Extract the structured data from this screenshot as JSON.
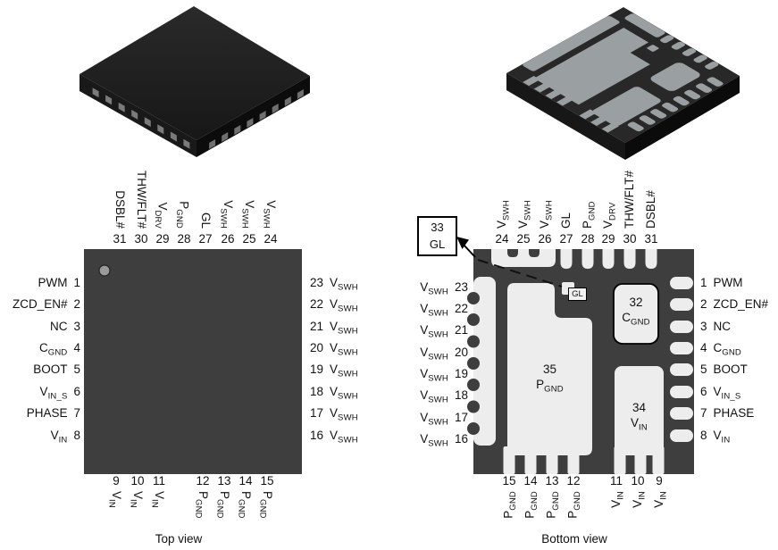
{
  "captions": {
    "top_view": "Top view",
    "bottom_view": "Bottom view"
  },
  "colors": {
    "chip_body": "#3e3e3e",
    "pad_fill": "#ededed",
    "pin1_dot": "#9a9a9a",
    "render_body": "#232323",
    "render_pad": "#9aa0a2",
    "text": "#111111"
  },
  "top_view": {
    "caption": "Top view",
    "pins_top": [
      {
        "num": "31",
        "base": "DSBL#"
      },
      {
        "num": "30",
        "base": "THW/FLT#"
      },
      {
        "num": "29",
        "base": "V",
        "sub": "DRV"
      },
      {
        "num": "28",
        "base": "P",
        "sub": "GND"
      },
      {
        "num": "27",
        "base": "GL"
      },
      {
        "num": "26",
        "base": "V",
        "sub": "SWH"
      },
      {
        "num": "25",
        "base": "V",
        "sub": "SWH"
      },
      {
        "num": "24",
        "base": "V",
        "sub": "SWH"
      }
    ],
    "pins_left": [
      {
        "num": "1",
        "base": "PWM"
      },
      {
        "num": "2",
        "base": "ZCD_EN#"
      },
      {
        "num": "3",
        "base": "NC"
      },
      {
        "num": "4",
        "base": "C",
        "sub": "GND"
      },
      {
        "num": "5",
        "base": "BOOT"
      },
      {
        "num": "6",
        "base": "V",
        "sub": "IN_S"
      },
      {
        "num": "7",
        "base": "PHASE"
      },
      {
        "num": "8",
        "base": "V",
        "sub": "IN"
      }
    ],
    "pins_right": [
      {
        "num": "23",
        "base": "V",
        "sub": "SWH"
      },
      {
        "num": "22",
        "base": "V",
        "sub": "SWH"
      },
      {
        "num": "21",
        "base": "V",
        "sub": "SWH"
      },
      {
        "num": "20",
        "base": "V",
        "sub": "SWH"
      },
      {
        "num": "19",
        "base": "V",
        "sub": "SWH"
      },
      {
        "num": "18",
        "base": "V",
        "sub": "SWH"
      },
      {
        "num": "17",
        "base": "V",
        "sub": "SWH"
      },
      {
        "num": "16",
        "base": "V",
        "sub": "SWH"
      }
    ],
    "pins_bottom": [
      {
        "num": "9",
        "base": "V",
        "sub": "IN"
      },
      {
        "num": "10",
        "base": "V",
        "sub": "IN"
      },
      {
        "num": "11",
        "base": "V",
        "sub": "IN"
      },
      {
        "num": "12",
        "base": "P",
        "sub": "GND"
      },
      {
        "num": "13",
        "base": "P",
        "sub": "GND"
      },
      {
        "num": "14",
        "base": "P",
        "sub": "GND"
      },
      {
        "num": "15",
        "base": "P",
        "sub": "GND"
      }
    ]
  },
  "bottom_view": {
    "caption": "Bottom view",
    "pins_top": [
      {
        "num": "24",
        "base": "V",
        "sub": "SWH"
      },
      {
        "num": "25",
        "base": "V",
        "sub": "SWH"
      },
      {
        "num": "26",
        "base": "V",
        "sub": "SWH"
      },
      {
        "num": "27",
        "base": "GL"
      },
      {
        "num": "28",
        "base": "P",
        "sub": "GND"
      },
      {
        "num": "29",
        "base": "V",
        "sub": "DRV"
      },
      {
        "num": "30",
        "base": "THW/FLT#"
      },
      {
        "num": "31",
        "base": "DSBL#"
      }
    ],
    "pins_left": [
      {
        "num": "23",
        "base": "V",
        "sub": "SWH"
      },
      {
        "num": "22",
        "base": "V",
        "sub": "SWH"
      },
      {
        "num": "21",
        "base": "V",
        "sub": "SWH"
      },
      {
        "num": "20",
        "base": "V",
        "sub": "SWH"
      },
      {
        "num": "19",
        "base": "V",
        "sub": "SWH"
      },
      {
        "num": "18",
        "base": "V",
        "sub": "SWH"
      },
      {
        "num": "17",
        "base": "V",
        "sub": "SWH"
      },
      {
        "num": "16",
        "base": "V",
        "sub": "SWH"
      }
    ],
    "pins_right": [
      {
        "num": "1",
        "base": "PWM"
      },
      {
        "num": "2",
        "base": "ZCD_EN#"
      },
      {
        "num": "3",
        "base": "NC"
      },
      {
        "num": "4",
        "base": "C",
        "sub": "GND"
      },
      {
        "num": "5",
        "base": "BOOT"
      },
      {
        "num": "6",
        "base": "V",
        "sub": "IN_S"
      },
      {
        "num": "7",
        "base": "PHASE"
      },
      {
        "num": "8",
        "base": "V",
        "sub": "IN"
      }
    ],
    "pins_bottom": [
      {
        "num": "15",
        "base": "P",
        "sub": "GND"
      },
      {
        "num": "14",
        "base": "P",
        "sub": "GND"
      },
      {
        "num": "13",
        "base": "P",
        "sub": "GND"
      },
      {
        "num": "12",
        "base": "P",
        "sub": "GND"
      },
      {
        "num": "11",
        "base": "V",
        "sub": "IN"
      },
      {
        "num": "10",
        "base": "V",
        "sub": "IN"
      },
      {
        "num": "9",
        "base": "V",
        "sub": "IN"
      }
    ],
    "pads": {
      "callout": {
        "num": "33",
        "label": "GL"
      },
      "gl_tag": "GL",
      "pad32": {
        "num": "32",
        "base": "C",
        "sub": "GND"
      },
      "pad34": {
        "num": "34",
        "base": "V",
        "sub": "IN"
      },
      "pad35": {
        "num": "35",
        "base": "P",
        "sub": "GND"
      }
    }
  }
}
